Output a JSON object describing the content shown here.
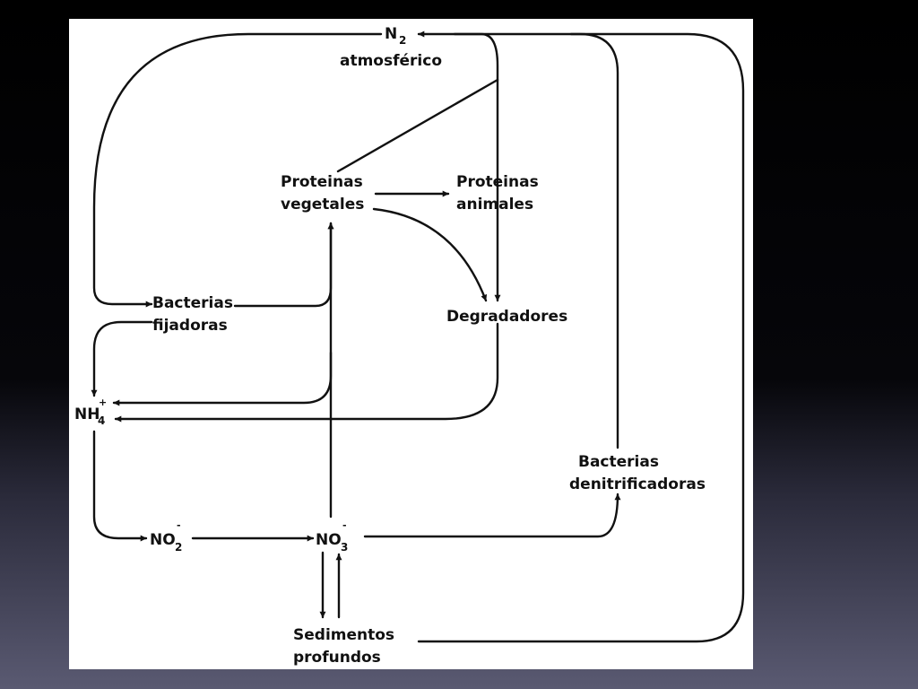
{
  "nodes": {
    "n2": {
      "label": "N",
      "sub": "2",
      "caption": "atmosférico"
    },
    "proteinas_vegetales": {
      "line1": "Proteinas",
      "line2": "vegetales"
    },
    "proteinas_animales": {
      "line1": "Proteinas",
      "line2": "animales"
    },
    "bacterias_fijadoras": {
      "line1": "Bacterias",
      "line2": "fijadoras"
    },
    "degradadores": {
      "line1": "Degradadores"
    },
    "nh4": {
      "label": "NH",
      "sub": "4",
      "sup": "+"
    },
    "no2": {
      "label": "NO",
      "sub": "2",
      "sup": "-"
    },
    "no3": {
      "label": "NO",
      "sub": "3",
      "sup": "-"
    },
    "bacterias_denitrificadoras": {
      "line1": "Bacterias",
      "line2": "denitrificadoras"
    },
    "sedimentos_profundos": {
      "line1": "Sedimentos",
      "line2": "profundos"
    }
  },
  "colors": {
    "ink": "#111111",
    "panel": "#ffffff",
    "backdrop_top": "#000000",
    "backdrop_bottom": "#5a5a72"
  }
}
